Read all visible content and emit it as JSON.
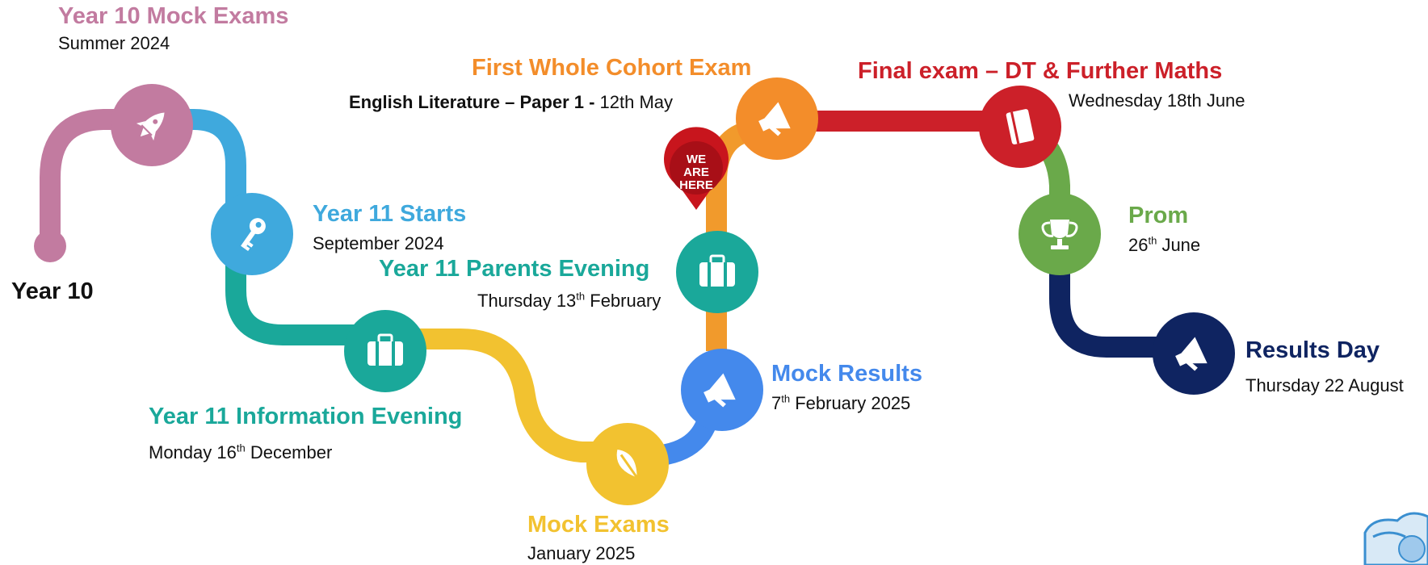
{
  "milestones": {
    "start": {
      "title": "Year 10"
    },
    "m1": {
      "title": "Year 10 Mock Exams",
      "sub": "Summer 2024",
      "color": "#c27ba0",
      "icon": "rocket-icon"
    },
    "m2": {
      "title": "Year 11 Starts",
      "sub": "September 2024",
      "color": "#3fa9dd",
      "icon": "key-icon"
    },
    "m3": {
      "title": "Year 11 Information Evening",
      "sub_pre": "Monday 16",
      "sub_sup": "th",
      "sub_post": " December",
      "color": "#1aa89a",
      "icon": "briefcase-icon"
    },
    "m4": {
      "title": "Mock Exams",
      "sub": "January 2025",
      "color": "#f2c230",
      "icon": "leaf-icon"
    },
    "m5": {
      "title": "Mock Results",
      "sub_pre": "7",
      "sub_sup": "th",
      "sub_post": " February 2025",
      "color": "#4489ec",
      "icon": "megaphone-icon"
    },
    "m6": {
      "title": "Year 11 Parents Evening",
      "sub_pre": "Thursday 13",
      "sub_sup": "th",
      "sub_post": " February",
      "color": "#1aa89a",
      "icon": "briefcase-icon"
    },
    "m7": {
      "title": "First Whole Cohort Exam",
      "sub_bold": "English Literature – Paper 1 - ",
      "sub_post": "12th May",
      "color": "#f38d2a",
      "icon": "megaphone-icon"
    },
    "m8": {
      "title": "Final exam – DT & Further Maths",
      "sub": "Wednesday 18th June",
      "color": "#cc2029",
      "icon": "book-icon"
    },
    "m9": {
      "title": "Prom",
      "sub_pre": "26",
      "sub_sup": "th",
      "sub_post": " June",
      "color": "#6aa94a",
      "icon": "trophy-icon"
    },
    "m10": {
      "title": "Results Day",
      "sub": "Thursday 22 August",
      "color": "#0f2461",
      "icon": "megaphone-icon"
    }
  },
  "marker": {
    "text_line1": "WE",
    "text_line2": "ARE",
    "text_line3": "HERE",
    "color": "#c8151d"
  },
  "colors": {
    "road_orange": "#f19a2c",
    "road_green": "#6aa94a"
  }
}
